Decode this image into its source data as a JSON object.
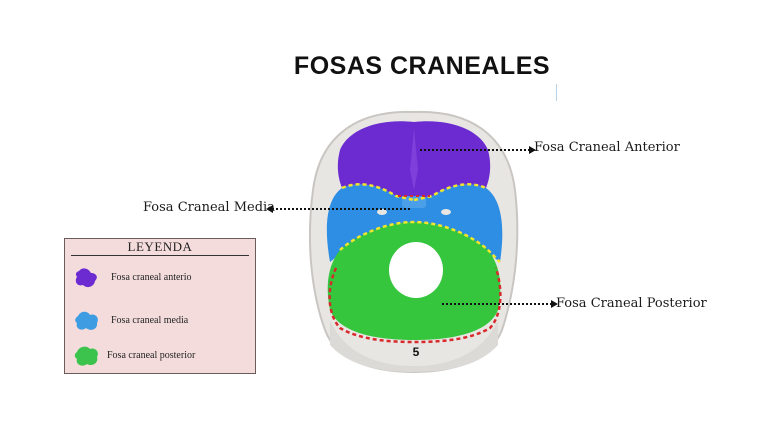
{
  "title": "FOSAS CRANEALES",
  "labels": {
    "anterior": "Fosa Craneal Anterior",
    "media": "Fosa Craneal Media",
    "posterior": "Fosa Craneal Posterior"
  },
  "skull_number": "5",
  "legend": {
    "title": "LEYENDA",
    "items": [
      {
        "label": "Fosa craneal anterio",
        "color": "#6b2bd0"
      },
      {
        "label": "Fosa craneal media",
        "color": "#3d9ce2"
      },
      {
        "label": "Fosa craneal posterior",
        "color": "#3cc34d"
      }
    ]
  },
  "colors": {
    "anterior": "#6b2bd0",
    "media": "#2e8ee3",
    "posterior": "#35c63e",
    "bone": "#e8e6e3",
    "dash_yellow": "#f2e62a",
    "dash_red": "#d8292b"
  }
}
